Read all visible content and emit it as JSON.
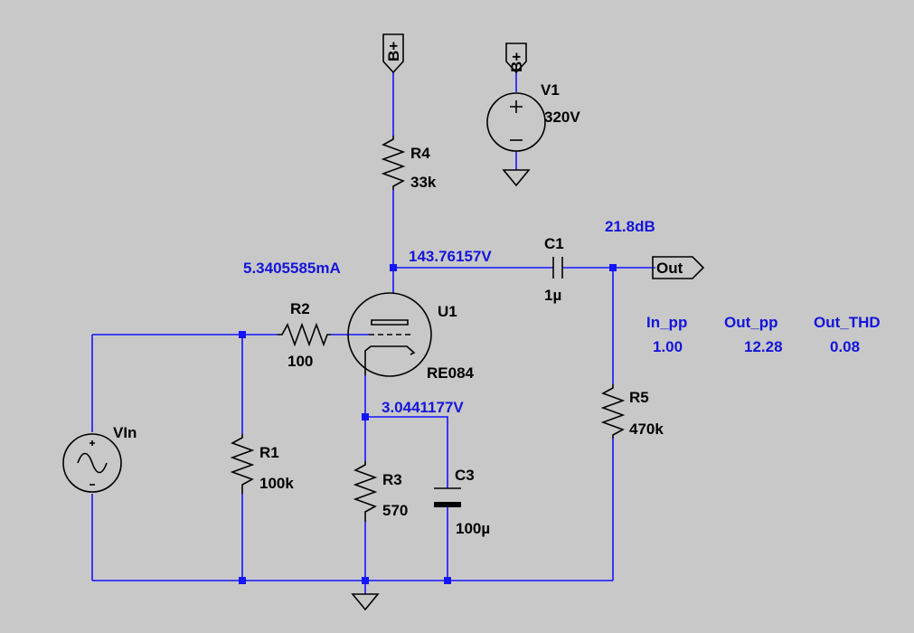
{
  "net_labels": {
    "bplus": "B+",
    "out": "Out"
  },
  "components": {
    "r1": {
      "ref": "R1",
      "value": "100k"
    },
    "r2": {
      "ref": "R2",
      "value": "100"
    },
    "r3": {
      "ref": "R3",
      "value": "570"
    },
    "r4": {
      "ref": "R4",
      "value": "33k"
    },
    "r5": {
      "ref": "R5",
      "value": "470k"
    },
    "c1": {
      "ref": "C1",
      "value": "1µ"
    },
    "c3": {
      "ref": "C3",
      "value": "100µ"
    },
    "u1": {
      "ref": "U1",
      "value": "RE084"
    },
    "v1": {
      "ref": "V1",
      "value": "320V"
    },
    "vin": {
      "ref": "VIn"
    }
  },
  "readouts": {
    "plate_current": "5.3405585mA",
    "plate_voltage": "143.76157V",
    "cathode_voltage": "3.0441177V",
    "gain": "21.8dB"
  },
  "measurements": {
    "in_pp_label": "In_pp",
    "in_pp_value": "1.00",
    "out_pp_label": "Out_pp",
    "out_pp_value": "12.28",
    "out_thd_label": "Out_THD",
    "out_thd_value": "0.08"
  },
  "colors": {
    "background": "#c8c8c8",
    "wire": "#1414ff",
    "readout": "#1414dc",
    "component": "#000000"
  }
}
